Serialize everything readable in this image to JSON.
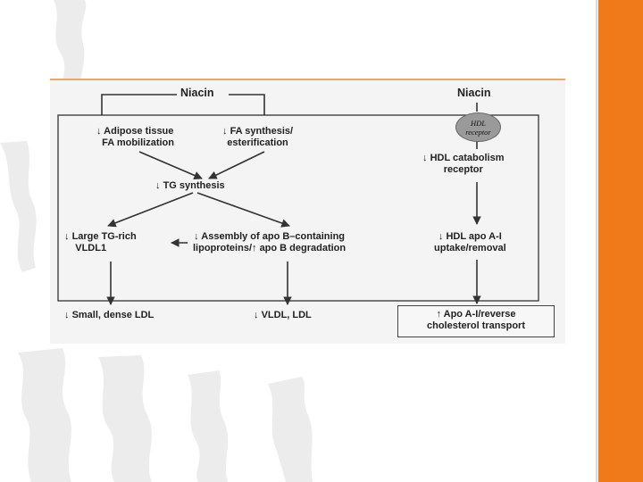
{
  "slide": {
    "accent_color": "#f07a1a",
    "panel_accent": "#e8a86a"
  },
  "diagram": {
    "niacin_left": "Niacin",
    "niacin_right": "Niacin",
    "receptor_line1": "HDL",
    "receptor_line2": "receptor",
    "arrow_down": "↓",
    "arrow_up": "↑",
    "arrow_left": "←",
    "adipose_line1": "Adipose tissue",
    "adipose_line2": "FA mobilization",
    "fa_line1": "FA synthesis/",
    "fa_line2": "esterification",
    "hdl_catabolism_line1": "HDL catabolism",
    "hdl_catabolism_line2": "receptor",
    "tg_synthesis": "TG synthesis",
    "large_tg_line1": "Large TG-rich",
    "large_tg_line2": "VLDL1",
    "assembly_line1": "Assembly of apo B–containing",
    "assembly_line2a": "lipoproteins/",
    "assembly_line2b": "apo B degradation",
    "hdl_apo_line1": "HDL apo A-I",
    "hdl_apo_line2": "uptake/removal",
    "small_ldl": "Small, dense LDL",
    "vldl_ldl": "VLDL, LDL",
    "apo_reverse_line1": "Apo A-I/reverse",
    "apo_reverse_line2": "cholesterol transport"
  }
}
